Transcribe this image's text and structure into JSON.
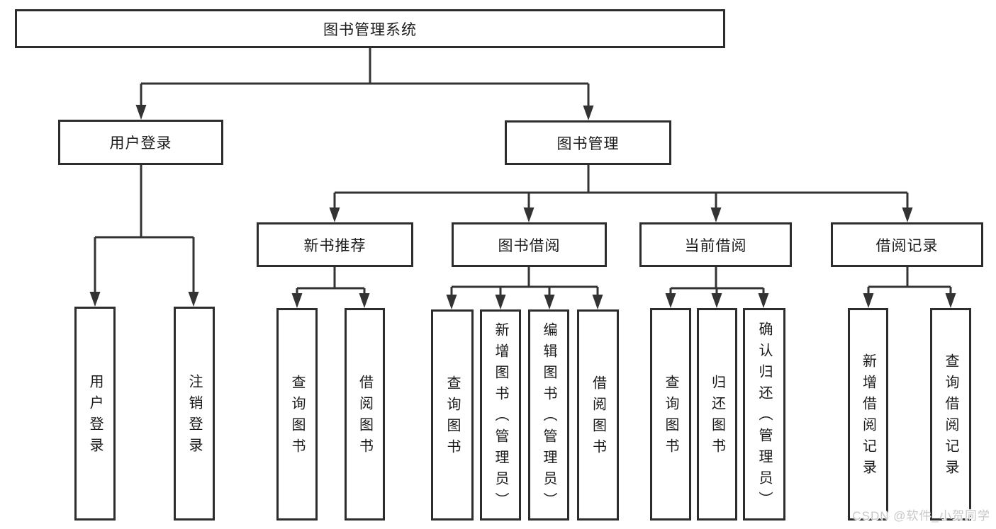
{
  "diagram": {
    "root": {
      "label": "图书管理系统"
    },
    "branches": [
      {
        "label": "用户登录",
        "children": [
          {
            "label": "用户登录"
          },
          {
            "label": "注销登录"
          }
        ]
      },
      {
        "label": "图书管理",
        "children": [
          {
            "label": "新书推荐",
            "children": [
              {
                "label": "查询图书"
              },
              {
                "label": "借阅图书"
              }
            ]
          },
          {
            "label": "图书借阅",
            "children": [
              {
                "label": "查询图书"
              },
              {
                "label": "新增图书（管理员）"
              },
              {
                "label": "编辑图书（管理员）"
              },
              {
                "label": "借阅图书"
              }
            ]
          },
          {
            "label": "当前借阅",
            "children": [
              {
                "label": "查询图书"
              },
              {
                "label": "归还图书"
              },
              {
                "label": "确认归还（管理员）"
              }
            ]
          },
          {
            "label": "借阅记录",
            "children": [
              {
                "label": "新增借阅记录"
              },
              {
                "label": "查询借阅记录"
              }
            ]
          }
        ]
      }
    ]
  },
  "watermark": {
    "text": "CSDN @软件_小贺同学"
  },
  "colors": {
    "line": "#333333",
    "box_border": "#2d2d2d",
    "text": "#1a1a1a",
    "watermark": "#c8c8c8",
    "background": "#ffffff"
  }
}
